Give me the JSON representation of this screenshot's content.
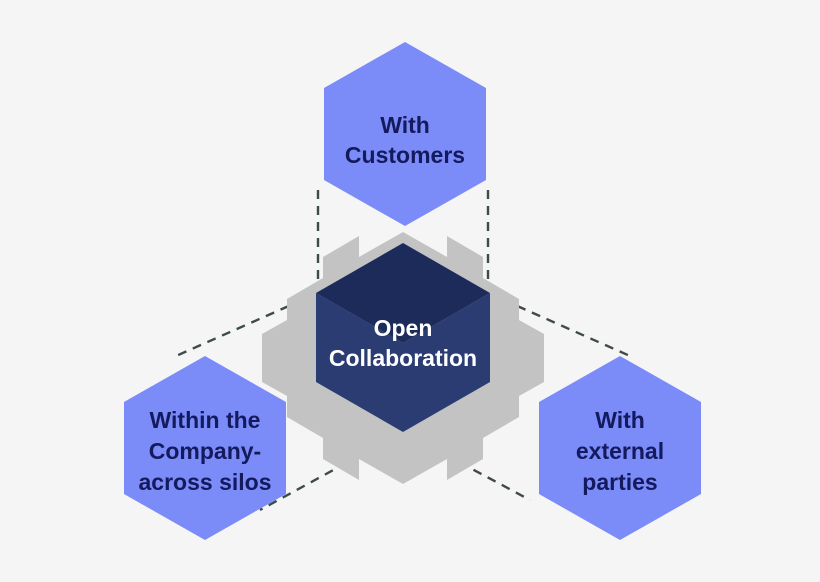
{
  "diagram": {
    "title": "Open Collaboration",
    "background_color": "#f5f5f5",
    "core": {
      "name": "core-cube",
      "label_line1": "Open",
      "label_line2": "Collaboration",
      "front_color": "#2a3c72",
      "top_color": "#1c2b5a",
      "side_color": "#2a3c72",
      "text_color": "#ffffff"
    },
    "backdrop": {
      "name": "gear-backdrop",
      "color": "#c3c3c3"
    },
    "connector": {
      "name": "dashed-connector",
      "color": "#3f4a4a",
      "style": "dashed",
      "dash_pattern": "9 7",
      "width": 2.4
    },
    "hex_fill": "#7b8bf8",
    "hex_text_color": "#141a5e",
    "nodes": [
      {
        "id": "with-customers",
        "position": "top",
        "lines": [
          "With",
          "Customers"
        ]
      },
      {
        "id": "within-the-company-across-silos",
        "position": "bottom-left",
        "lines": [
          "Within the",
          "Company-",
          "across silos"
        ]
      },
      {
        "id": "with-external-parties",
        "position": "bottom-right",
        "lines": [
          "With",
          "external",
          "parties"
        ]
      }
    ]
  }
}
